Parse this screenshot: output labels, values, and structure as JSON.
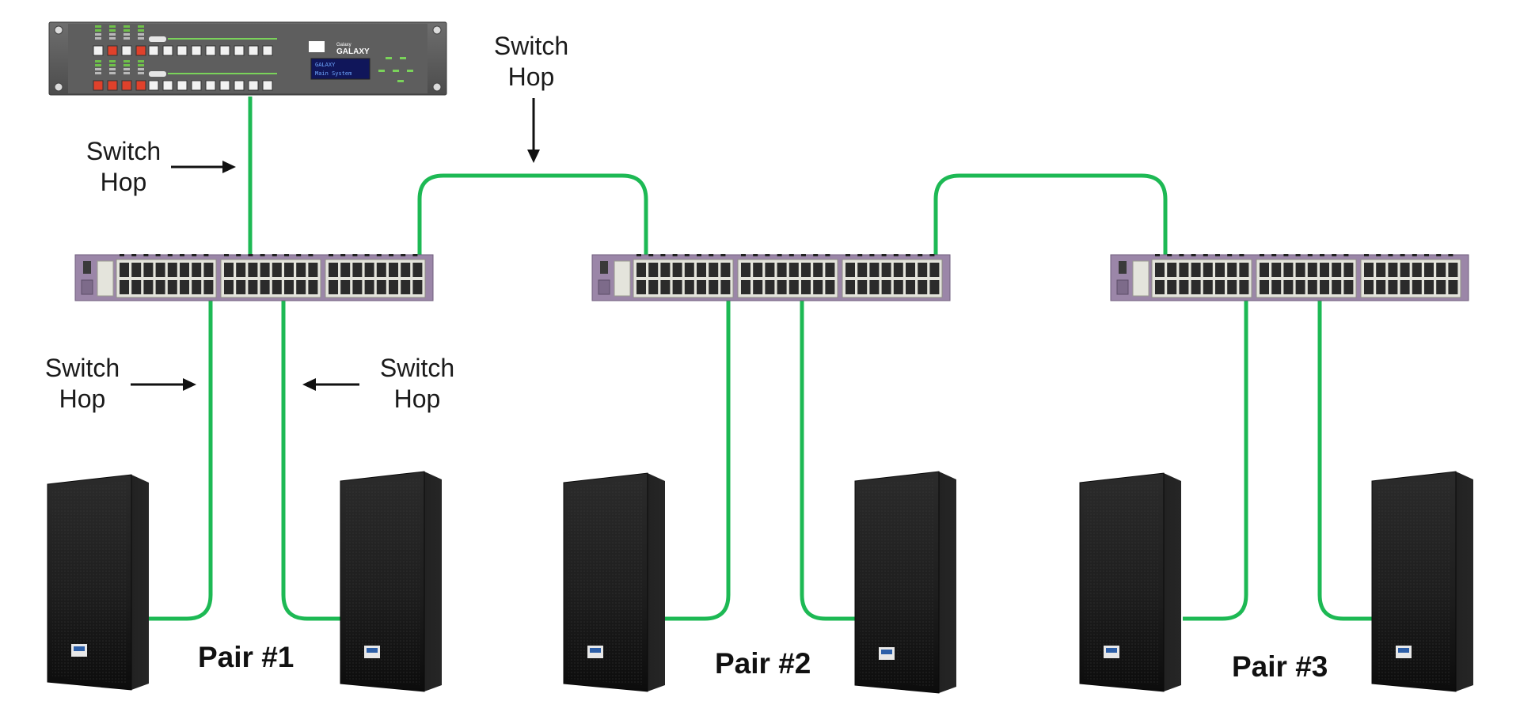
{
  "labels": {
    "switch_hop_line1": "Switch",
    "switch_hop_line2": "Hop"
  },
  "pairs": [
    "Pair #1",
    "Pair #2",
    "Pair #3"
  ],
  "matrix": {
    "brand": "GALAXY",
    "lcd_line1": "GALAXY",
    "lcd_line2": "Main System"
  },
  "colors": {
    "cable": "#1db954",
    "switch_body": "#9b86a8",
    "port": "#e4e4dc",
    "speaker": "#1c1c1c",
    "arrow": "#111111"
  },
  "icons": [
    "audio-matrix-processor",
    "network-switch-icon",
    "speaker-icon",
    "arrow-icon"
  ]
}
